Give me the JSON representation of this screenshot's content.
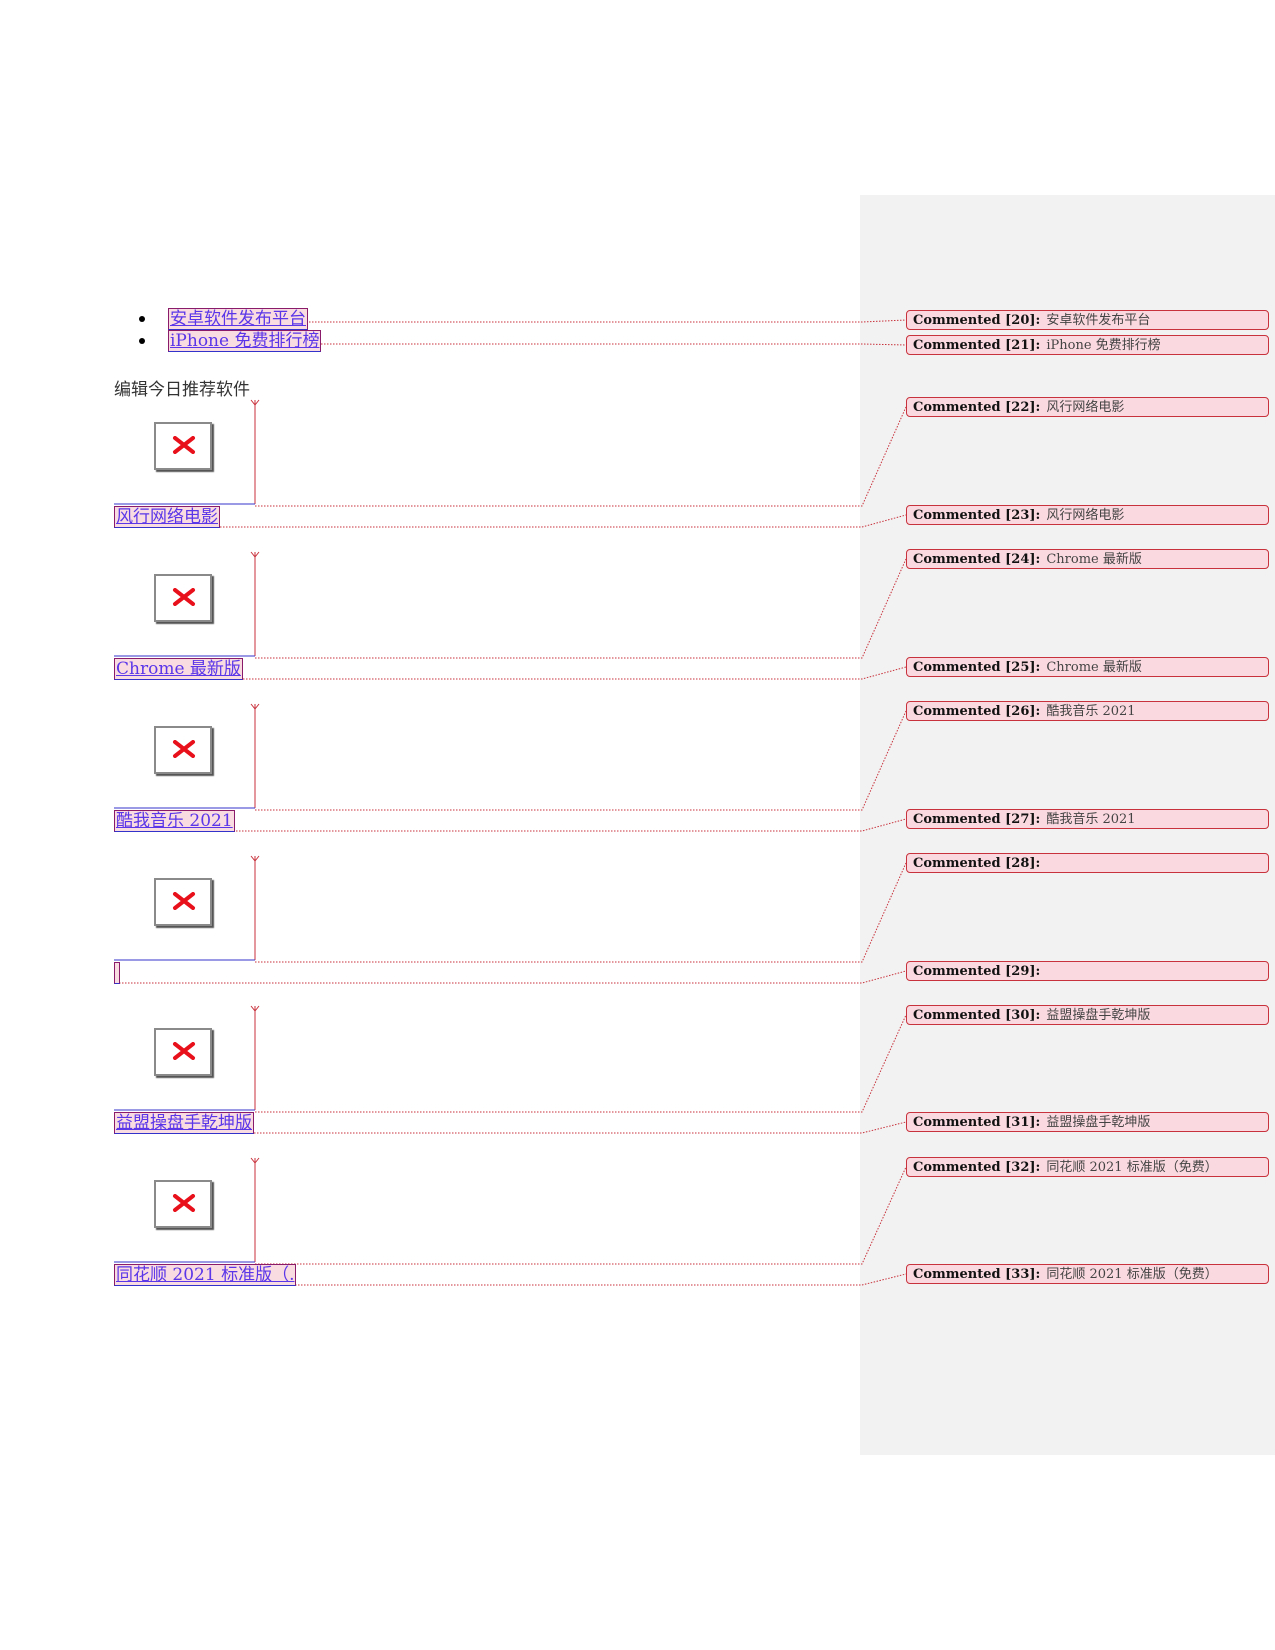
{
  "bullets": [
    {
      "label": "安卓软件发布平台"
    },
    {
      "label": "iPhone 免费排行榜"
    }
  ],
  "section_heading": "编辑今日推荐软件",
  "images": {
    "broken_icon": "broken-image-icon"
  },
  "apps": [
    {
      "label": "风行网络电影"
    },
    {
      "label": "Chrome 最新版"
    },
    {
      "label": "酷我音乐 2021"
    },
    {
      "label": ""
    },
    {
      "label": "益盟操盘手乾坤版"
    },
    {
      "label": "同花顺 2021 标准版（."
    }
  ],
  "comments": [
    {
      "label": "Commented [20]:",
      "text": "安卓软件发布平台"
    },
    {
      "label": "Commented [21]:",
      "text": "iPhone 免费排行榜"
    },
    {
      "label": "Commented [22]:",
      "text": "风行网络电影"
    },
    {
      "label": "Commented [23]:",
      "text": "风行网络电影"
    },
    {
      "label": "Commented [24]:",
      "text": "Chrome 最新版"
    },
    {
      "label": "Commented [25]:",
      "text": "Chrome 最新版"
    },
    {
      "label": "Commented [26]:",
      "text": "酷我音乐 2021"
    },
    {
      "label": "Commented [27]:",
      "text": "酷我音乐 2021"
    },
    {
      "label": "Commented [28]:",
      "text": ""
    },
    {
      "label": "Commented [29]:",
      "text": ""
    },
    {
      "label": "Commented [30]:",
      "text": "益盟操盘手乾坤版"
    },
    {
      "label": "Commented [31]:",
      "text": "益盟操盘手乾坤版"
    },
    {
      "label": "Commented [32]:",
      "text": "同花顺 2021 标准版（免费）"
    },
    {
      "label": "Commented [33]:",
      "text": "同花顺 2021 标准版（免费）"
    }
  ],
  "colors": {
    "link": "#5a36e8",
    "comment_fill": "#fbd9e0",
    "comment_border": "#c8323c",
    "margin_pane": "#f2f2f2",
    "broken_x": "#e8101a"
  }
}
